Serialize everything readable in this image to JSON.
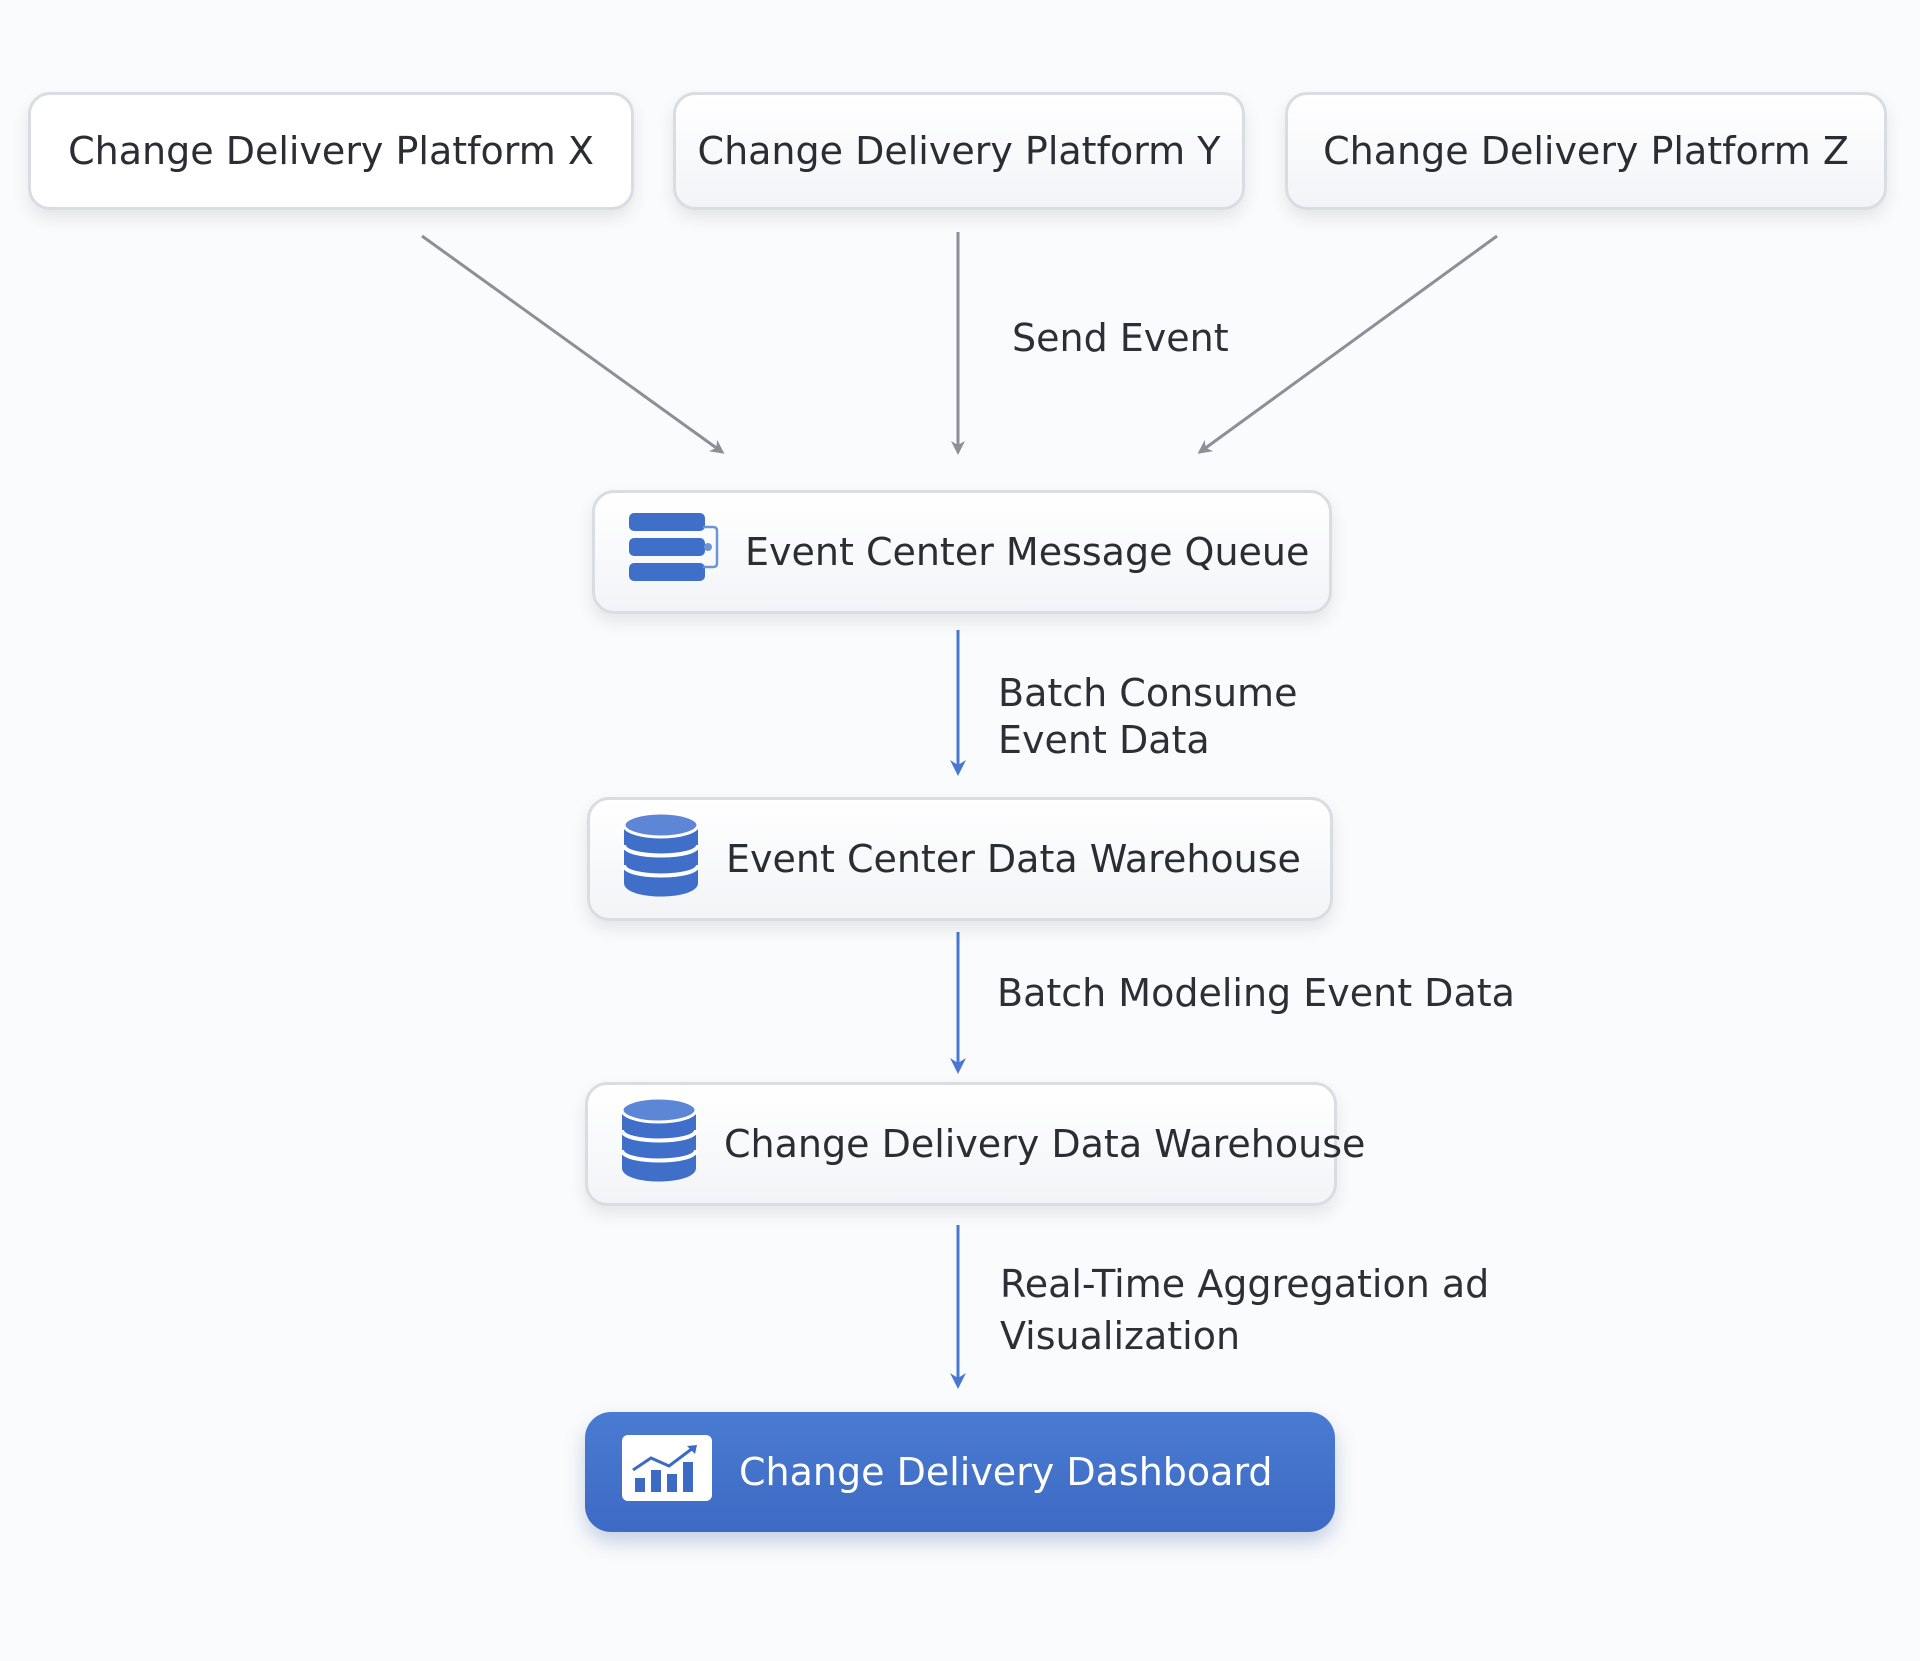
{
  "sources": [
    {
      "label": "Change Delivery Platform X"
    },
    {
      "label": "Change Delivery Platform Y"
    },
    {
      "label": "Change Delivery Platform Z"
    }
  ],
  "edges": {
    "send": "Send Event",
    "batch_consume": "Batch Consume Event Data",
    "batch_modeling": "Batch Modeling Event Data",
    "realtime": "Real-Time Aggregation ad Visualization"
  },
  "nodes": {
    "message_queue": {
      "label": "Event Center Message Queue",
      "icon": "server-stack-icon"
    },
    "event_warehouse": {
      "label": "Event Center Data Warehouse",
      "icon": "database-icon"
    },
    "change_warehouse": {
      "label": "Change Delivery Data Warehouse",
      "icon": "database-icon"
    },
    "dashboard": {
      "label": "Change Delivery Dashboard",
      "icon": "chart-dashboard-icon"
    }
  },
  "colors": {
    "accent_blue": "#3d6ac4",
    "arrow_gray": "#8a8f98",
    "arrow_blue": "#4a78d0"
  }
}
